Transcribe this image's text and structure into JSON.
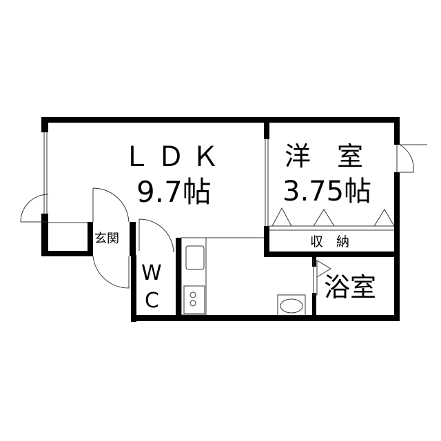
{
  "rooms": {
    "ldk": {
      "name": "ＬＤＫ",
      "size": "9.7帖"
    },
    "western_room": {
      "name": "洋　室",
      "size": "3.75帖"
    },
    "storage": {
      "name": "収　納"
    },
    "entrance": {
      "name": "玄関"
    },
    "wc": {
      "line1": "W",
      "line2": "C"
    },
    "bathroom": {
      "name": "浴室"
    }
  },
  "colors": {
    "wall": "#000000",
    "line": "#333333",
    "background": "#ffffff"
  }
}
